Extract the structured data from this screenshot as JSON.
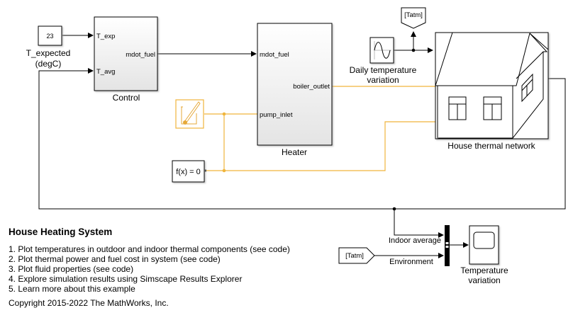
{
  "model": {
    "title": "House Heating System",
    "colors": {
      "signal_line": "#000000",
      "physical_line": "#f0b53c",
      "block_fill": "#ffffff"
    }
  },
  "blocks": {
    "constant": {
      "value": "23",
      "label_line1": "T_expected",
      "label_line2": "(degC)"
    },
    "control": {
      "name": "Control",
      "inputs": [
        "T_exp",
        "T_avg"
      ],
      "outputs": [
        "mdot_fuel"
      ]
    },
    "heater": {
      "name": "Heater",
      "inputs": [
        "mdot_fuel",
        "pump_inlet"
      ],
      "outputs": [
        "boiler_outlet"
      ]
    },
    "sine": {
      "label_line1": "Daily temperature",
      "label_line2": "variation",
      "icon": "sine-wave-icon"
    },
    "goto_top": {
      "tag": "[Tatm]"
    },
    "house": {
      "name": "House thermal network",
      "icon": "house-icon"
    },
    "fluid_props": {
      "icon": "beaker-thermometer-icon"
    },
    "solver": {
      "text": "f(x) = 0"
    },
    "from_bottom": {
      "tag": "[Tatm]"
    },
    "mux": {
      "icon": "mux-bar-icon"
    },
    "scope": {
      "label_line1": "Temperature",
      "label_line2": "variation",
      "icon": "scope-icon"
    }
  },
  "signals": {
    "indoor_average": "Indoor average",
    "environment": "Environment"
  },
  "notes": {
    "heading": "House Heating System",
    "items": [
      "1. Plot temperatures in outdoor and indoor thermal components (see code)",
      "2. Plot thermal power and fuel cost in system (see code)",
      "3. Plot fluid properties (see code)",
      "4. Explore simulation results using Simscape Results Explorer",
      "5. Learn more about this example"
    ],
    "copyright": "Copyright 2015-2022 The MathWorks, Inc."
  }
}
